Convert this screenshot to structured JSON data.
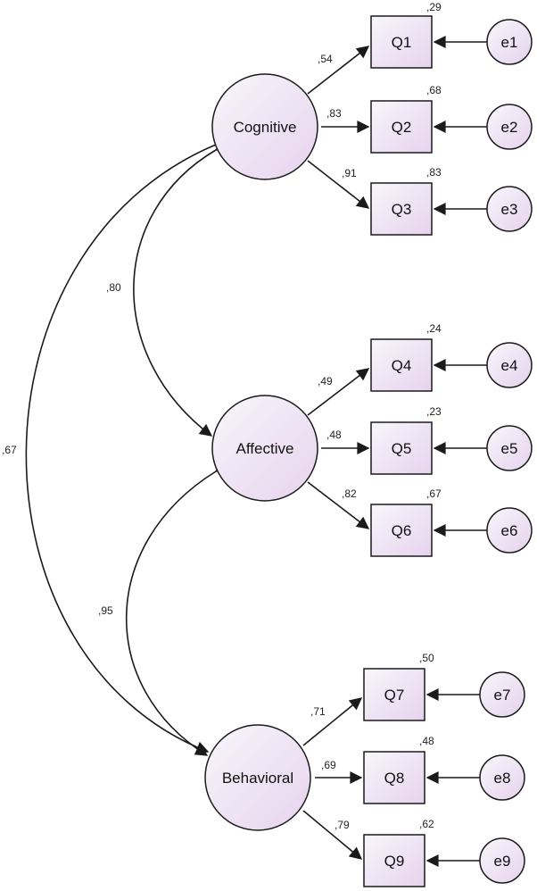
{
  "colors": {
    "fill_light": "#f8f6fb",
    "fill_pink": "#e6d3ee",
    "stroke": "#1a1a1a"
  },
  "latents": [
    {
      "id": "cog",
      "label": "Cognitive"
    },
    {
      "id": "aff",
      "label": "Affective"
    },
    {
      "id": "beh",
      "label": "Behavioral"
    }
  ],
  "items": [
    {
      "id": "q1",
      "label": "Q1",
      "latent": "cog",
      "loading": ",54",
      "r2": ",29",
      "error": "e1"
    },
    {
      "id": "q2",
      "label": "Q2",
      "latent": "cog",
      "loading": ",83",
      "r2": ",68",
      "error": "e2"
    },
    {
      "id": "q3",
      "label": "Q3",
      "latent": "cog",
      "loading": ",91",
      "r2": ",83",
      "error": "e3"
    },
    {
      "id": "q4",
      "label": "Q4",
      "latent": "aff",
      "loading": ",49",
      "r2": ",24",
      "error": "e4"
    },
    {
      "id": "q5",
      "label": "Q5",
      "latent": "aff",
      "loading": ",48",
      "r2": ",23",
      "error": "e5"
    },
    {
      "id": "q6",
      "label": "Q6",
      "latent": "aff",
      "loading": ",82",
      "r2": ",67",
      "error": "e6"
    },
    {
      "id": "q7",
      "label": "Q7",
      "latent": "beh",
      "loading": ",71",
      "r2": ",50",
      "error": "e7"
    },
    {
      "id": "q8",
      "label": "Q8",
      "latent": "beh",
      "loading": ",69",
      "r2": ",48",
      "error": "e8"
    },
    {
      "id": "q9",
      "label": "Q9",
      "latent": "beh",
      "loading": ",79",
      "r2": ",62",
      "error": "e9"
    }
  ],
  "covariances": [
    {
      "from": "cog",
      "to": "aff",
      "value": ",80"
    },
    {
      "from": "aff",
      "to": "beh",
      "value": ",95"
    },
    {
      "from": "cog",
      "to": "beh",
      "value": ",67"
    }
  ]
}
